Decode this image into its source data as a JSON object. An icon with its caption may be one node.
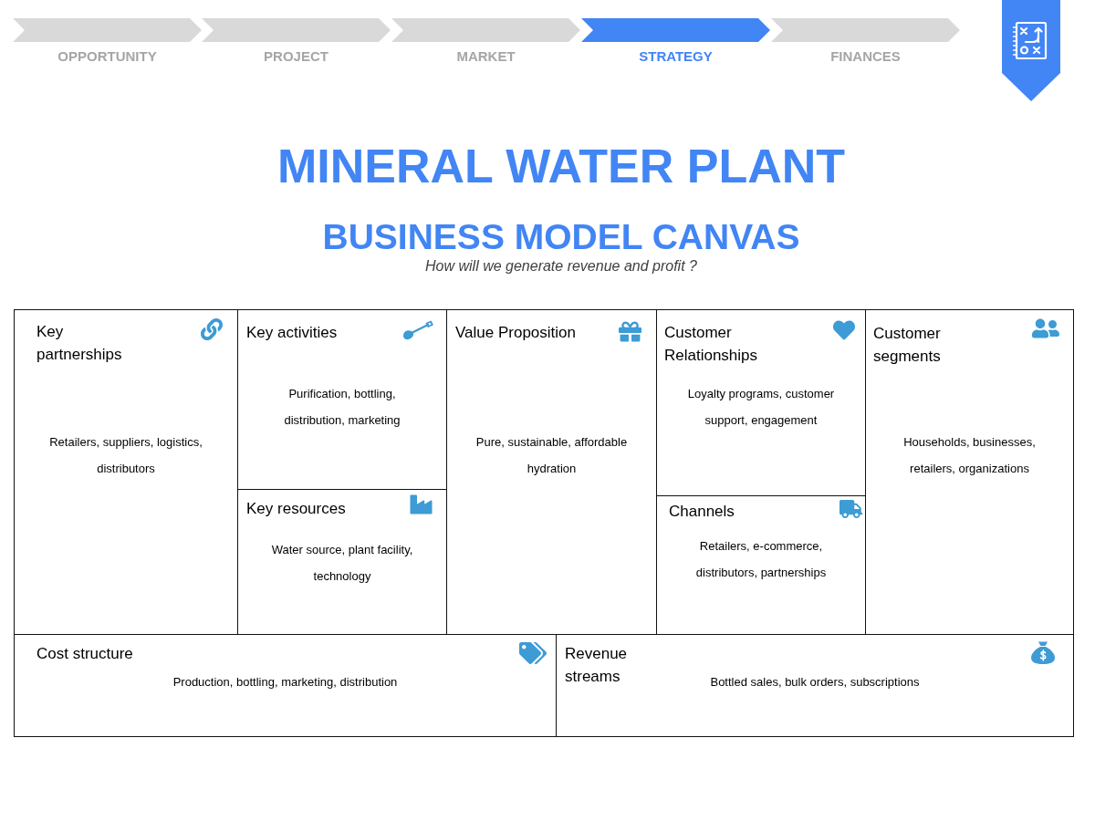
{
  "diagram": {
    "title": "MINERAL WATER PLANT",
    "nodes": [
      {
        "text": [
          "OPPORTUNITY"
        ]
      },
      {
        "text": [
          "PROJECT"
        ]
      },
      {
        "text": [
          "MARKET"
        ]
      },
      {
        "text": [
          "STRATEGY"
        ]
      },
      {
        "text": [
          "FINANCES"
        ]
      },
      {
        "text": [
          "Key partnerships",
          "Retailers, suppliers, logistics, distributors"
        ]
      },
      {
        "text": [
          "Key activities",
          "Purification, bottling, distribution, marketing"
        ]
      },
      {
        "text": [
          "Key resources",
          "Water source, plant facility, technology"
        ]
      },
      {
        "text": [
          "Value Proposition",
          "Pure, sustainable, affordable hydration"
        ]
      },
      {
        "text": [
          "Customer Relationships",
          "Loyalty programs, customer support, engagement"
        ]
      },
      {
        "text": [
          "Channels",
          "Retailers, e-commerce, distributors, partnerships"
        ]
      },
      {
        "text": [
          "Customer segments",
          "Households, businesses, retailers, organizations"
        ]
      },
      {
        "text": [
          "Cost structure",
          "Production, bottling, marketing, distribution"
        ]
      },
      {
        "text": [
          "Revenue streams",
          "Bottled sales, bulk orders, subscriptions"
        ]
      }
    ],
    "labels": [
      "BUSINESS MODEL CANVAS",
      "How will we generate revenue and profit ?"
    ]
  }
}
